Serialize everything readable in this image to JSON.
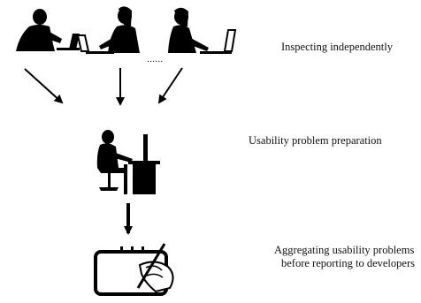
{
  "stages": {
    "inspecting_label": "Inspecting independently",
    "preparation_label": "Usability problem preparation",
    "aggregating_label_line1": "Aggregating usability problems",
    "aggregating_label_line2": "before reporting to developers"
  },
  "ellipsis": "......",
  "colors": {
    "silhouette": "#000000",
    "tablet_fill": "#ffffff"
  }
}
